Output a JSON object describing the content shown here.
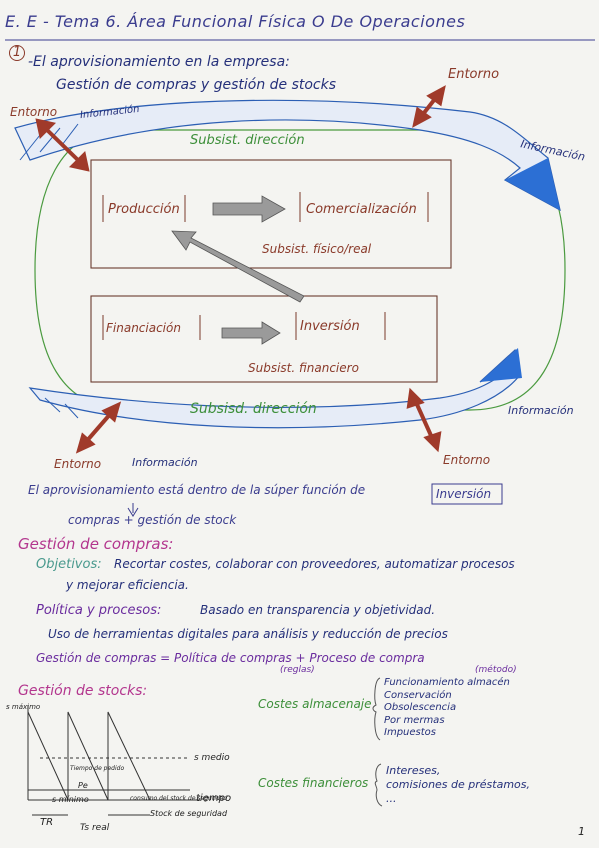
{
  "header": {
    "title": "E. E - Tema 6. Área Funcional Física O De Operaciones"
  },
  "section1": {
    "number": "1",
    "line1": "-El aprovisionamiento en la empresa:",
    "line2": "Gestión de compras y gestión de stocks"
  },
  "diagram": {
    "entorno_tl": "Entorno",
    "info_tl": "Información",
    "entorno_tr": "Entorno",
    "info_tr": "Información",
    "subsist_top": "Subsist. dirección",
    "box1_left": "Producción",
    "box1_right": "Comercialización",
    "box1_label": "Subsist. físico/real",
    "box2_left": "Financiación",
    "box2_right": "Inversión",
    "box2_label": "Subsist. financiero",
    "subsist_bottom": "Subsisd. dirección",
    "entorno_bl": "Entorno",
    "info_bl": "Información",
    "entorno_br": "Entorno",
    "info_br": "Información"
  },
  "aprov": {
    "line1": "El aprovisionamiento está dentro de la súper función de",
    "boxed": "Inversión",
    "line2": "compras + gestión de stock"
  },
  "compras": {
    "title": "Gestión de compras:",
    "obj_label": "Objetivos:",
    "obj_text1": "Recortar costes, colaborar con proveedores, automatizar procesos",
    "obj_text2": "y mejorar eficiencia.",
    "pol_label": "Política y procesos:",
    "pol_text1": "Basado en transparencia y objetividad.",
    "pol_text2": "Uso de herramientas digitales para análisis y reducción de precios",
    "formula": "Gestión de compras = Política de compras + Proceso de compra",
    "reglas": "(reglas)",
    "metodo": "(método)"
  },
  "stocks": {
    "title": "Gestión de stocks:",
    "s_maximo": "s máximo",
    "s_medio": "s medio",
    "s_minimo": "s mínimo",
    "tiempo": "tiempo",
    "tiempo_pedido": "Tiempo de pedido",
    "pe": "Pe",
    "consumo": "consumo del stock de seguridad",
    "tr": "TR",
    "ts_real": "Ts real",
    "stock_seg": "Stock de seguridad",
    "costes_alm": "Costes almacenaje",
    "alm_items": [
      "Funcionamiento almacén",
      "Conservación",
      "Obsolescencia",
      "Por mermas",
      "Impuestos"
    ],
    "costes_fin": "Costes financieros",
    "fin_items": [
      "Intereses,",
      "comisiones de préstamos,",
      "..."
    ]
  },
  "page_number": "1"
}
